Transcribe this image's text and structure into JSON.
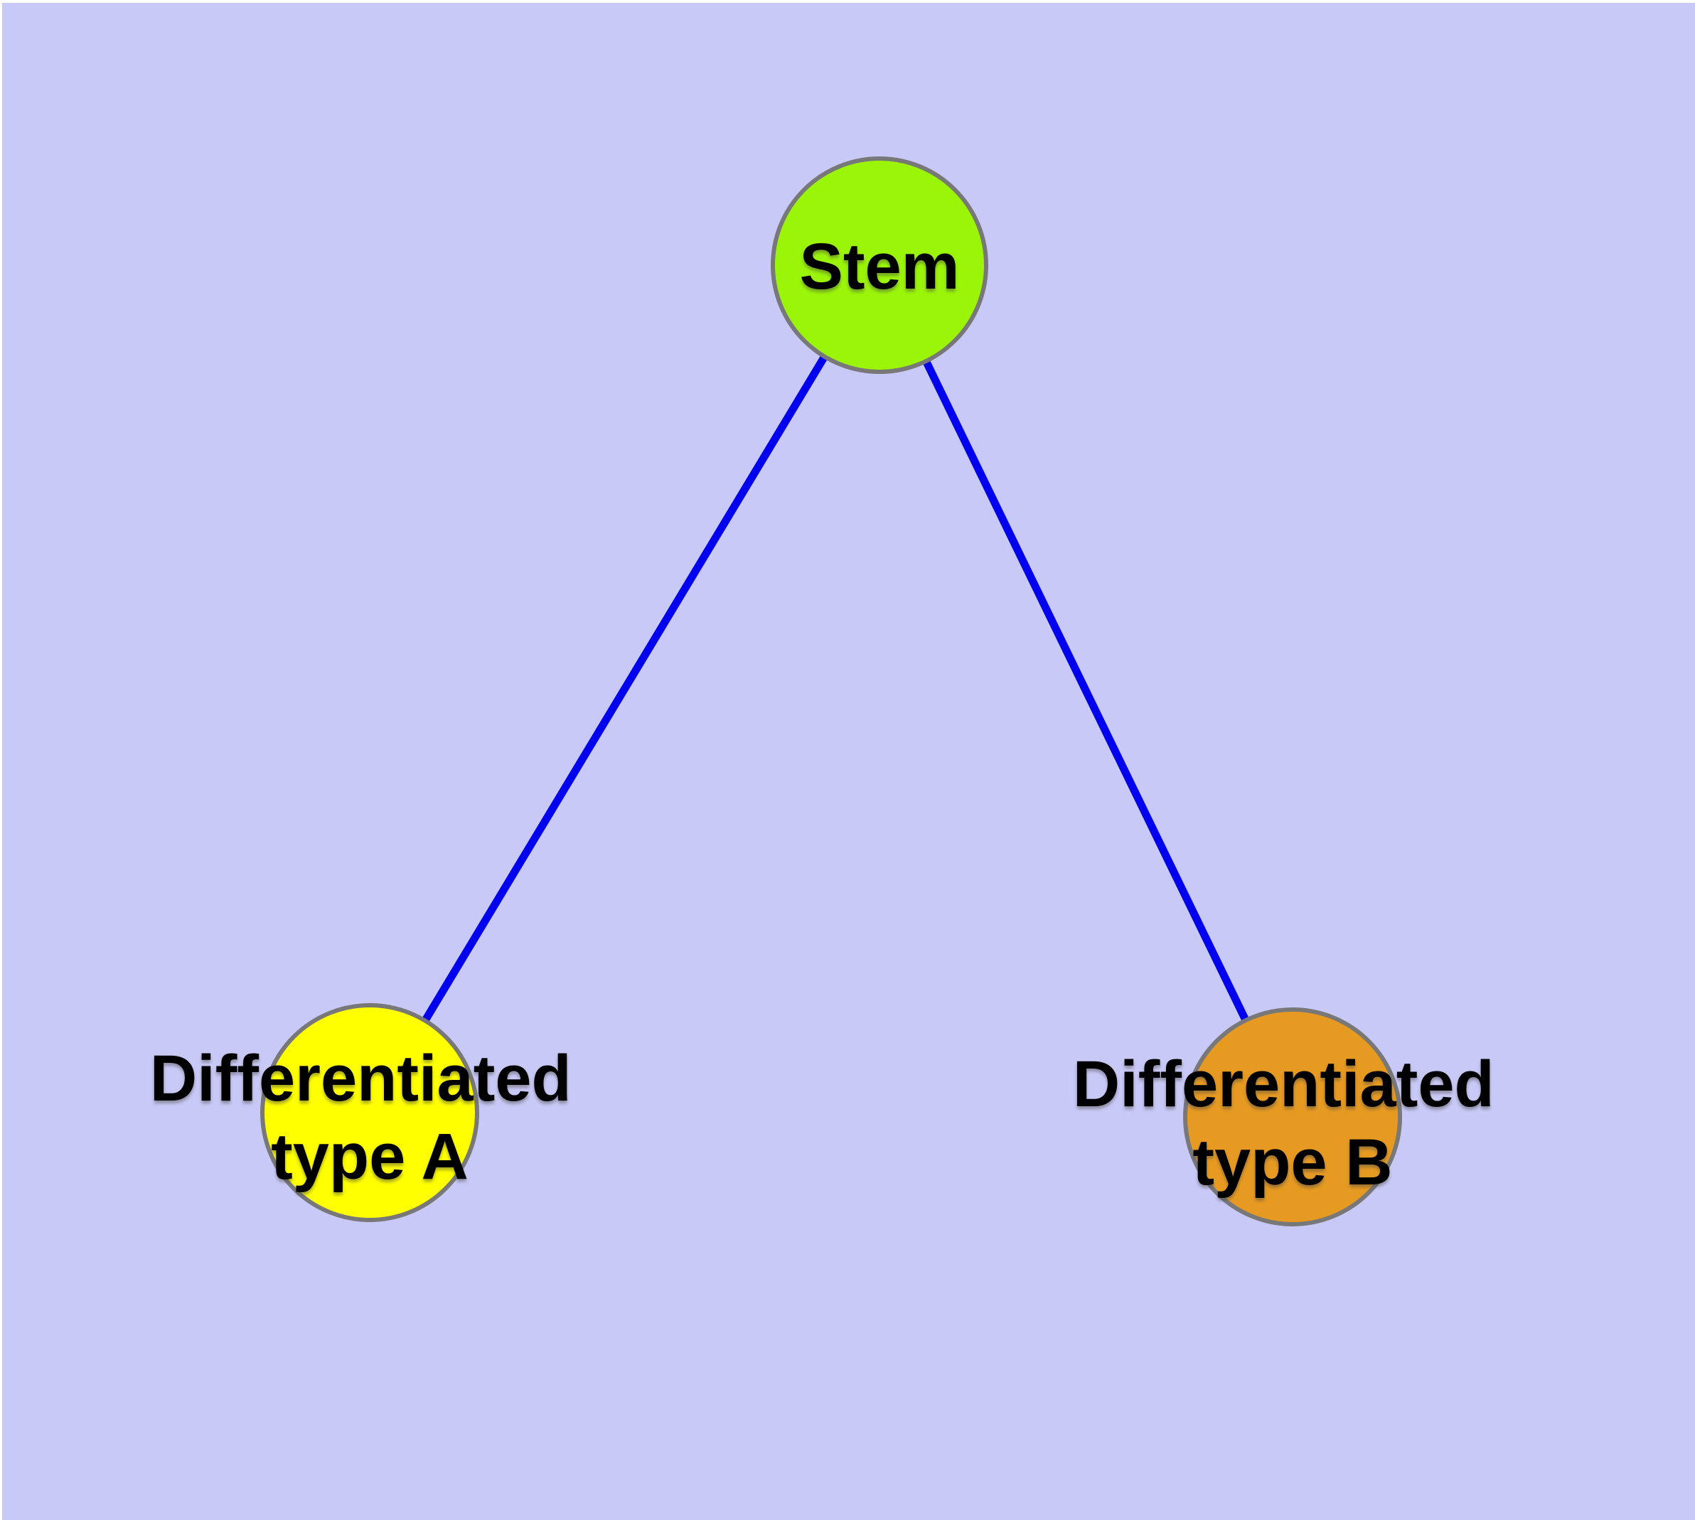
{
  "diagram": {
    "background_color": "#ffffff",
    "canvas_color": "#c9c9f7",
    "edge_color": "#0000ee",
    "node_border_color": "#787878",
    "text_color": "#000000",
    "nodes": {
      "stem": {
        "label": "Stem",
        "fill": "#9bf509"
      },
      "type_a": {
        "lines": [
          "Differentiated",
          "type A"
        ],
        "fill": "#ffff00"
      },
      "type_b": {
        "lines": [
          "Differentiated",
          "type B"
        ],
        "fill": "#e79a21"
      }
    },
    "edges": [
      {
        "from": "Stem",
        "to": "Differentiated type A"
      },
      {
        "from": "Stem",
        "to": "Differentiated type B"
      }
    ]
  }
}
